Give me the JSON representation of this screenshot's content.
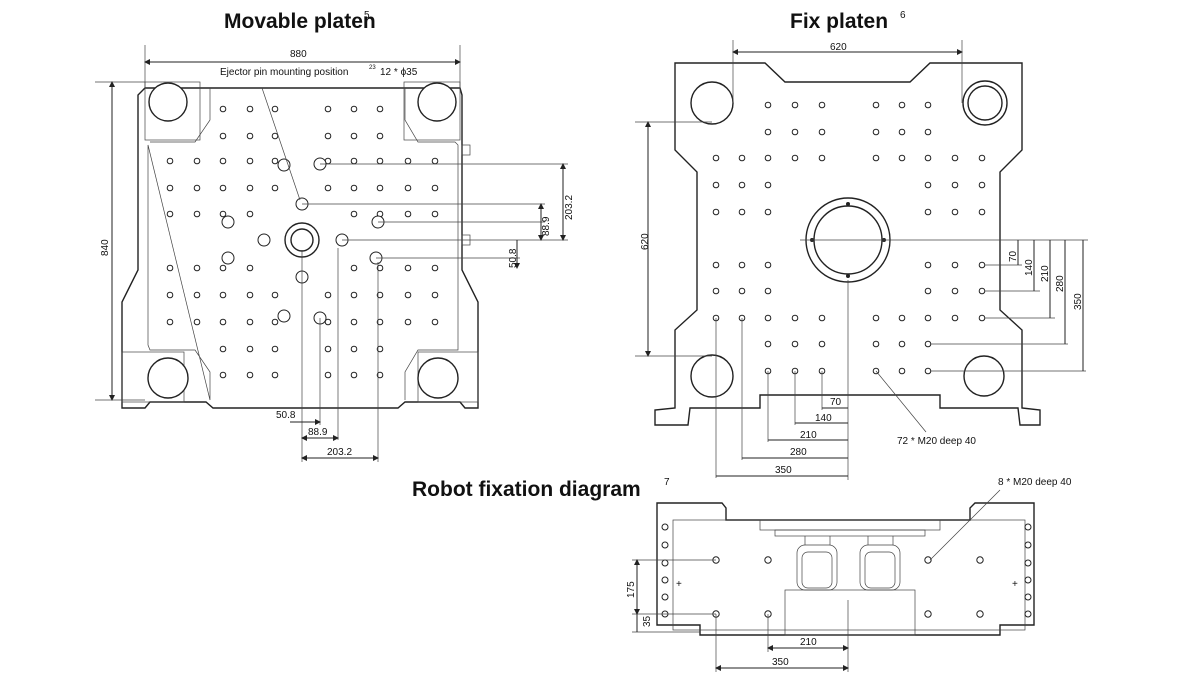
{
  "titles": {
    "movable": "Movable platen",
    "movable_sup": "5",
    "fix": "Fix platen",
    "fix_sup": "6",
    "robot": "Robot fixation diagram",
    "robot_sup": "7"
  },
  "movable": {
    "width": "880",
    "height": "840",
    "ejector_label": "Ejector pin mounting position",
    "ejector_sup": "23",
    "ejector_spec": "12 * ϕ35",
    "d50_8_v": "50.8",
    "d88_9_v": "88.9",
    "d203_2_v": "203.2",
    "d50_8_h": "50.8",
    "d88_9_h": "88.9",
    "d203_2_h": "203.2"
  },
  "fix": {
    "width": "620",
    "height": "620",
    "r70": "70",
    "r140": "140",
    "r210": "210",
    "r280": "280",
    "r350": "350",
    "b70": "70",
    "b140": "140",
    "b210": "210",
    "b280": "280",
    "b350": "350",
    "holes_spec": "72 * M20 deep 40"
  },
  "robot": {
    "holes_spec": "8 * M20 deep 40",
    "v175": "175",
    "v35": "35",
    "h210": "210",
    "h350": "350"
  }
}
